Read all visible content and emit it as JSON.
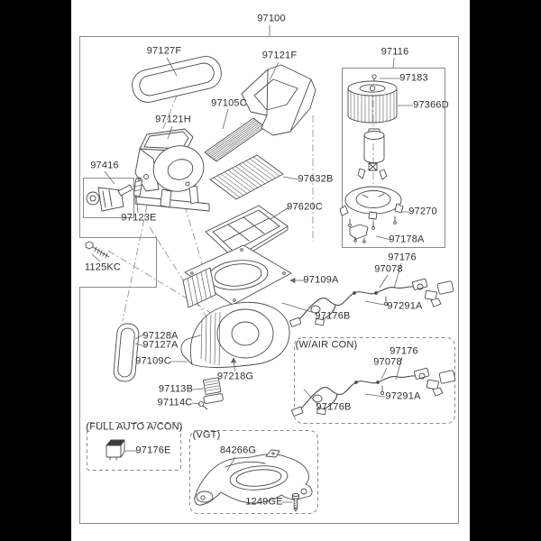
{
  "colors": {
    "paper": "#ffffff",
    "background_band": "#000000",
    "drawing_line": "#4a4a4a",
    "box_border": "#8a8a8a",
    "text": "#2e2e2e"
  },
  "assembly": {
    "part_no": "97100",
    "type": "exploded-parts-diagram"
  },
  "labels": {
    "l97100": {
      "text": "97100"
    },
    "l97127F": {
      "text": "97127F"
    },
    "l97121F": {
      "text": "97121F"
    },
    "l97116": {
      "text": "97116"
    },
    "l97183": {
      "text": "97183"
    },
    "l97366D": {
      "text": "97366D"
    },
    "l97105C": {
      "text": "97105C"
    },
    "l97121H": {
      "text": "97121H"
    },
    "l97632B": {
      "text": "97632B"
    },
    "l97416": {
      "text": "97416"
    },
    "l97620C": {
      "text": "97620C"
    },
    "l97123E": {
      "text": "97123E"
    },
    "l97270": {
      "text": "97270"
    },
    "l97178A": {
      "text": "97178A"
    },
    "l1125KC": {
      "text": "1125KC"
    },
    "l97109A": {
      "text": "97109A"
    },
    "l97176_main": {
      "text": "97176"
    },
    "l97078_main": {
      "text": "97078"
    },
    "l97291A_main": {
      "text": "97291A"
    },
    "l97176B_main": {
      "text": "97176B"
    },
    "l97128A": {
      "text": "97128A"
    },
    "l97127A": {
      "text": "97127A"
    },
    "l97109C": {
      "text": "97109C"
    },
    "w_air_con_title": {
      "text": "(W/AIR CON)"
    },
    "l97176_wac": {
      "text": "97176"
    },
    "l97078_wac": {
      "text": "97078"
    },
    "l97218G": {
      "text": "97218G"
    },
    "l97291A_wac": {
      "text": "97291A"
    },
    "l97113B": {
      "text": "97113B"
    },
    "l97176B_wac": {
      "text": "97176B"
    },
    "l97114C": {
      "text": "97114C"
    },
    "full_auto_title": {
      "text": "(FULL AUTO A/CON)"
    },
    "vgt_title": {
      "text": "(VGT)"
    },
    "l97176E": {
      "text": "97176E"
    },
    "l84266G": {
      "text": "84266G"
    },
    "l1249GE": {
      "text": "1249GE"
    }
  }
}
